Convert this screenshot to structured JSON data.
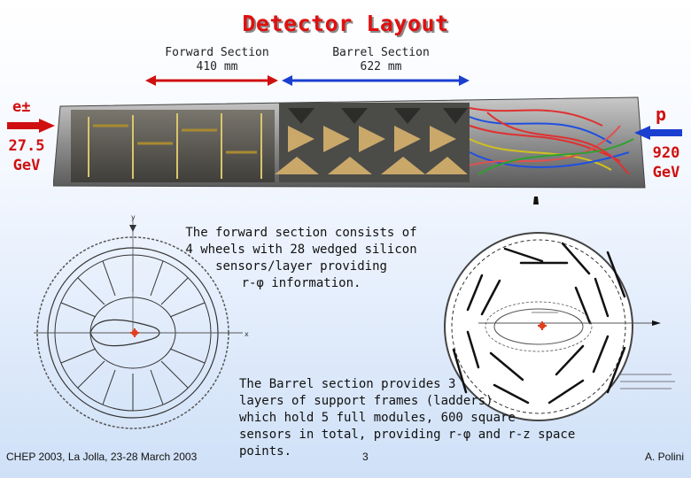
{
  "title": "Detector Layout",
  "forward_section": {
    "name": "Forward Section",
    "length": "410 mm"
  },
  "barrel_section": {
    "name": "Barrel Section",
    "length": "622 mm"
  },
  "left_beam": {
    "particle": "e±",
    "energy_line1": "27.5",
    "energy_line2": "GeV"
  },
  "right_beam": {
    "particle": "p",
    "energy_line1": "920",
    "energy_line2": "GeV"
  },
  "forward_note": [
    "The forward section consists of",
    "4 wheels with 28 wedged silicon",
    "sensors/layer providing",
    "r-φ information."
  ],
  "barrel_note": [
    "The Barrel section provides 3",
    "layers of support frames (ladders)",
    "which hold 5 full modules, 600 square",
    "sensors in total,  providing r-φ and r-z space points."
  ],
  "footer": {
    "left": "CHEP 2003, La Jolla, 23-28 March 2003",
    "center": "3",
    "right": "A. Polini"
  },
  "colors": {
    "title": "#e01010",
    "forward_arrow": "#d01010",
    "barrel_arrow": "#1a3fd0",
    "beam_labels": "#d01010"
  }
}
